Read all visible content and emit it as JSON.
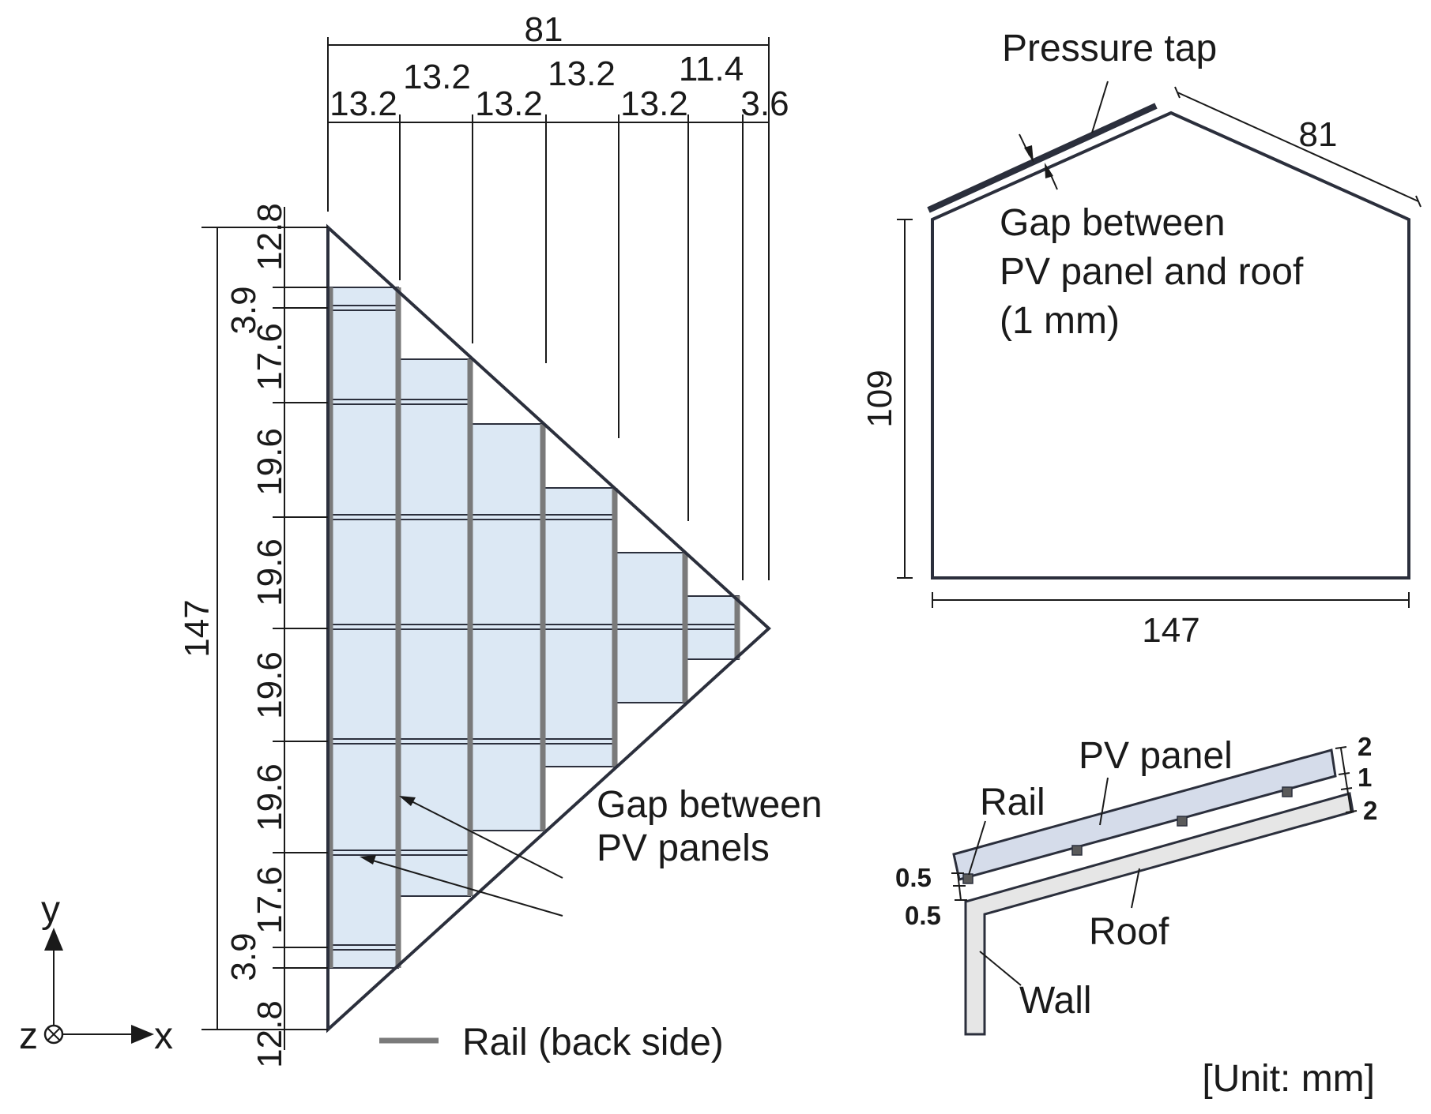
{
  "colors": {
    "panel_fill": "#dce8f4",
    "outline": "#2b2f3c",
    "rail": "#7a7a7a",
    "roof_fill": "#e6e6e6",
    "pv_section_fill": "#d5dcea"
  },
  "plan": {
    "dims_top_total": "81",
    "dims_top_row1": [
      "13.2",
      "13.2",
      "11.4"
    ],
    "dims_top_row2": [
      "13.2",
      "13.2",
      "13.2",
      "3.6"
    ],
    "dim_left_total": "147",
    "dims_left": [
      "12.8",
      "3.9",
      "17.6",
      "19.6",
      "19.6",
      "19.6",
      "19.6",
      "17.6",
      "3.9",
      "12.8"
    ],
    "gap_label_line1": "Gap between",
    "gap_label_line2": "PV panels",
    "legend_rail": "Rail (back side)",
    "axis_x": "x",
    "axis_y": "y",
    "axis_z": "z"
  },
  "elevation": {
    "pressure_tap": "Pressure tap",
    "dim_roof": "81",
    "gap_line1": "Gap between",
    "gap_line2": "PV panel and roof",
    "gap_line3": "(1 mm)",
    "dim_height": "109",
    "dim_width": "147"
  },
  "section": {
    "pv_panel": "PV panel",
    "rail": "Rail",
    "roof": "Roof",
    "wall": "Wall",
    "dim_2a": "2",
    "dim_1": "1",
    "dim_2b": "2",
    "dim_05a": "0.5",
    "dim_05b": "0.5"
  },
  "unit": "[Unit:  mm]"
}
